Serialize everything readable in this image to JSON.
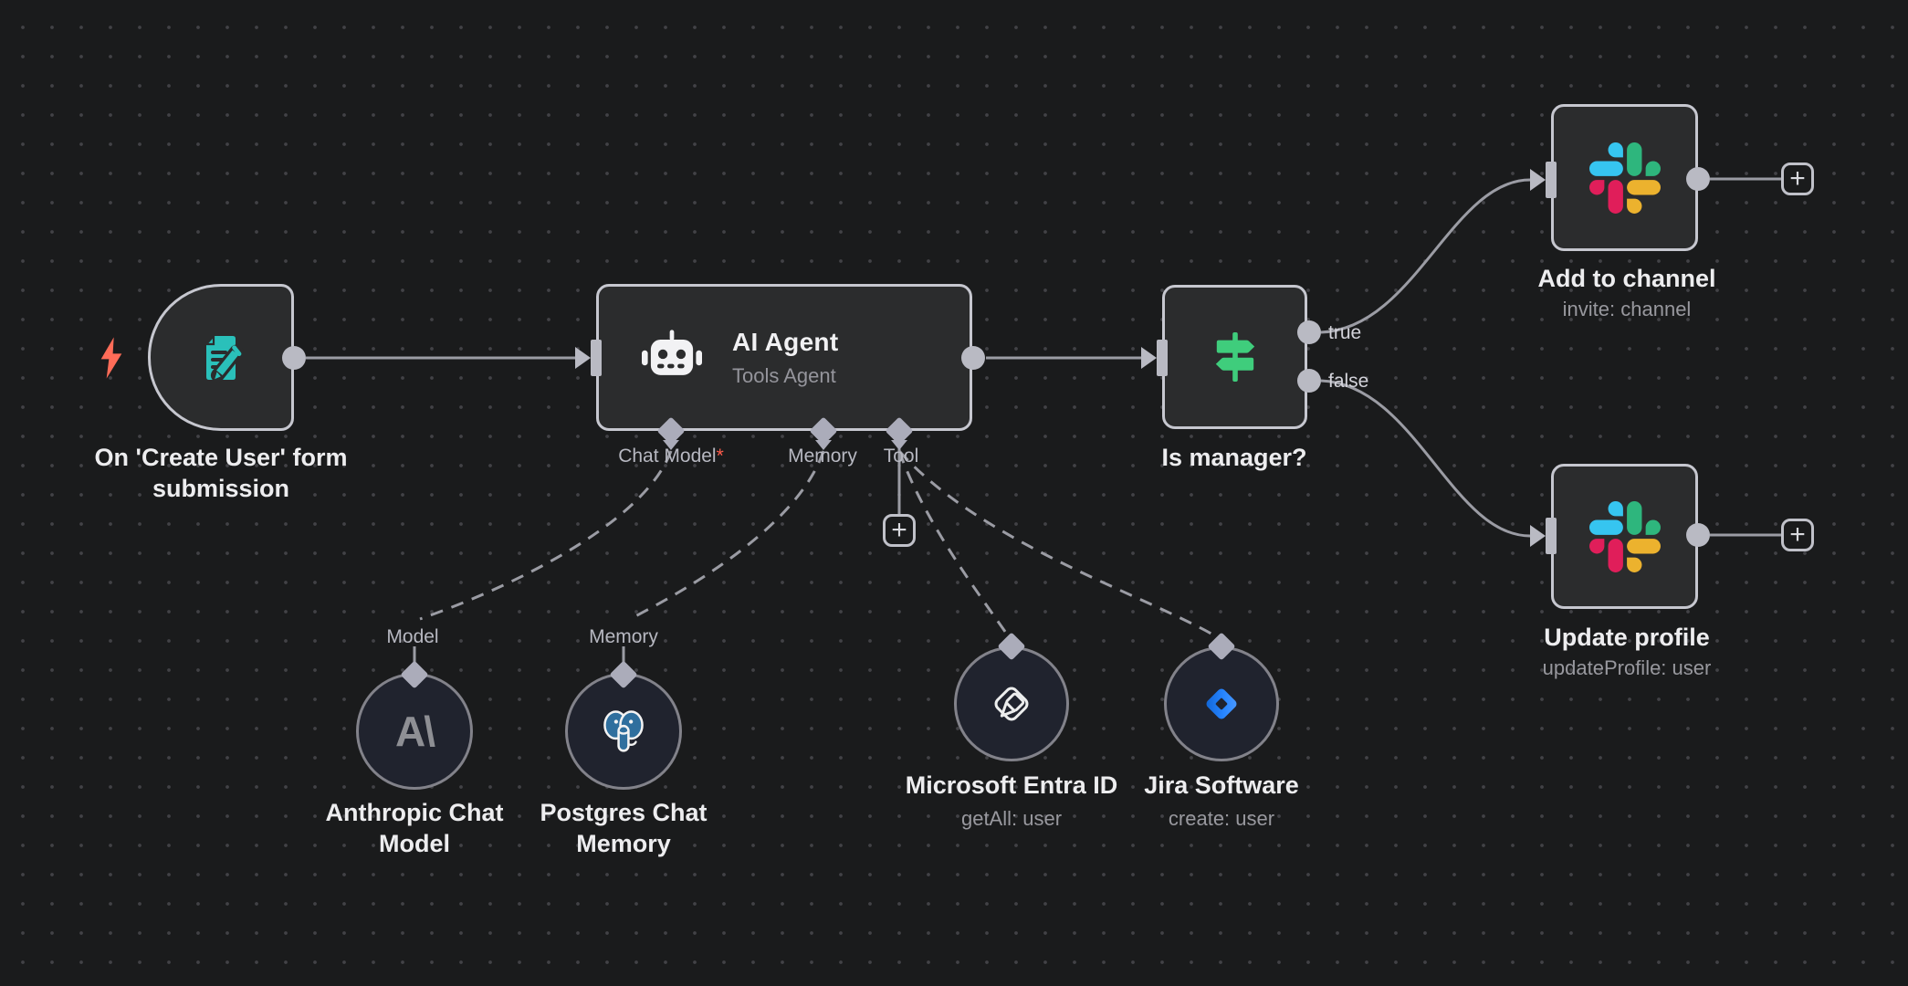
{
  "trigger": {
    "label": "On 'Create User' form submission"
  },
  "agent": {
    "title": "AI Agent",
    "subtitle": "Tools Agent",
    "ports": {
      "chat_model": "Chat Model",
      "chat_model_required": "*",
      "memory": "Memory",
      "tool": "Tool"
    }
  },
  "switch": {
    "label": "Is manager?",
    "outputs": {
      "true": "true",
      "false": "false"
    }
  },
  "slack_top": {
    "label": "Add to channel",
    "subtitle": "invite: channel"
  },
  "slack_bottom": {
    "label": "Update profile",
    "subtitle": "updateProfile: user"
  },
  "anthropic": {
    "port": "Model",
    "label": "Anthropic Chat Model",
    "glyph": "A\\"
  },
  "postgres": {
    "port": "Memory",
    "label": "Postgres Chat Memory"
  },
  "entra": {
    "label": "Microsoft Entra ID",
    "subtitle": "getAll: user"
  },
  "jira": {
    "label": "Jira Software",
    "subtitle": "create: user"
  },
  "icons": {
    "plus": "+",
    "trigger_bolt": "lightning-bolt",
    "form": "form-document-pencil",
    "agent": "robot",
    "switch": "signpost",
    "slack": "slack-logo",
    "anthropic": "anthropic-logomark",
    "postgres": "postgresql-elephant",
    "entra": "microsoft-entra-outline",
    "jira": "jira-diamond"
  },
  "colors": {
    "canvas_bg": "#1a1b1c",
    "node_fill": "#2b2c2d",
    "node_border": "#c6c7cf",
    "subnode_fill": "#20232e",
    "connection": "#9b9ca4",
    "port": "#abacba",
    "trigger_accent": "#ff6c58",
    "form_teal": "#2ac0ba",
    "switch_green": "#3fcd7c",
    "required_red": "#ff5c4c",
    "slack_blue": "#36C5F0",
    "slack_green": "#2EB67D",
    "slack_red": "#E01E5A",
    "slack_yellow": "#ECB22E",
    "postgres_blue": "#2f6f9e",
    "jira_blue": "#2684FF"
  }
}
